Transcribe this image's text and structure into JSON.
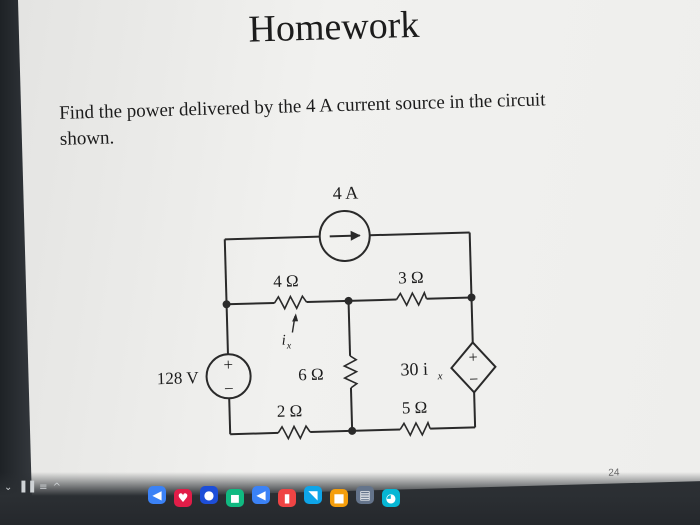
{
  "slide": {
    "title": "Homework",
    "problem_line1": "Find the power delivered by the 4 A current source in the circuit",
    "problem_line2": "shown.",
    "page_number": "24"
  },
  "circuit": {
    "current_source_label": "4 A",
    "voltage_source_label": "128 V",
    "plus_sign": "+",
    "minus_sign": "−",
    "r_4_label": "4 Ω",
    "r_3_label": "3 Ω",
    "r_6_label": "6 Ω",
    "r_2_label": "2 Ω",
    "r_5_label": "5 Ω",
    "ix_label": "i",
    "ix_subscript": "x",
    "dependent_source_label": "30 i",
    "dependent_source_subscript": "x",
    "dep_plus": "+",
    "dep_minus": "−"
  },
  "taskbar": {
    "tray_text": "⌄ ▐▐ ≡ ^",
    "icons": [
      {
        "name": "arrow-app-icon",
        "glyph": "◀",
        "color": "#3b82f6"
      },
      {
        "name": "shield-app-icon",
        "glyph": "♥",
        "color": "#e11d48"
      },
      {
        "name": "location-app-icon",
        "glyph": "●",
        "color": "#1d4ed8"
      },
      {
        "name": "chat-app-icon",
        "glyph": "◼",
        "color": "#10b981"
      },
      {
        "name": "send-app-icon",
        "glyph": "◀",
        "color": "#3b82f6"
      },
      {
        "name": "cup-app-icon",
        "glyph": "▮",
        "color": "#ef4444"
      },
      {
        "name": "triangle-app-icon",
        "glyph": "◥",
        "color": "#0ea5e9"
      },
      {
        "name": "folder-app-icon",
        "glyph": "■",
        "color": "#f59e0b"
      },
      {
        "name": "doc-app-icon",
        "glyph": "▤",
        "color": "#64748b"
      },
      {
        "name": "cloud-app-icon",
        "glyph": "◕",
        "color": "#06b6d4"
      }
    ]
  },
  "colors": {
    "wire": "#2a2a2a",
    "text": "#1c1c1c",
    "slide_bg": "#efefed"
  }
}
